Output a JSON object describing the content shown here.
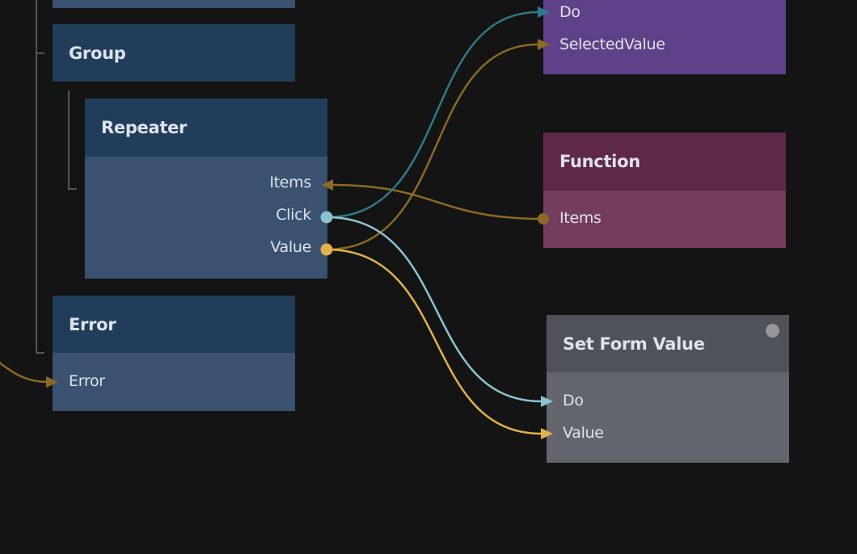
{
  "colors": {
    "background": "#141414",
    "visual_header": "#213d5a",
    "visual_body": "#3a5270",
    "logic_body": "#5f4189",
    "function_header": "#5e2849",
    "function_body": "#743c5f",
    "data_header": "#4f5259",
    "data_body": "#62656e",
    "wire_signal_dark": "#2f7a8a",
    "wire_signal": "#8bc4d0",
    "wire_data": "#8c6a23",
    "wire_value": "#e2b24a"
  },
  "nodes": {
    "group": {
      "title": "Group"
    },
    "repeater": {
      "title": "Repeater",
      "outputs": [
        "Items",
        "Click",
        "Value"
      ]
    },
    "error": {
      "title": "Error",
      "inputs": [
        "Error"
      ]
    },
    "top_right": {
      "inputs": [
        "Do",
        "SelectedValue"
      ]
    },
    "function": {
      "title": "Function",
      "outputs": [
        "Items"
      ]
    },
    "set_form_value": {
      "title": "Set Form Value",
      "inputs": [
        "Do",
        "Value"
      ],
      "status_icon": "status-dot-icon"
    }
  }
}
